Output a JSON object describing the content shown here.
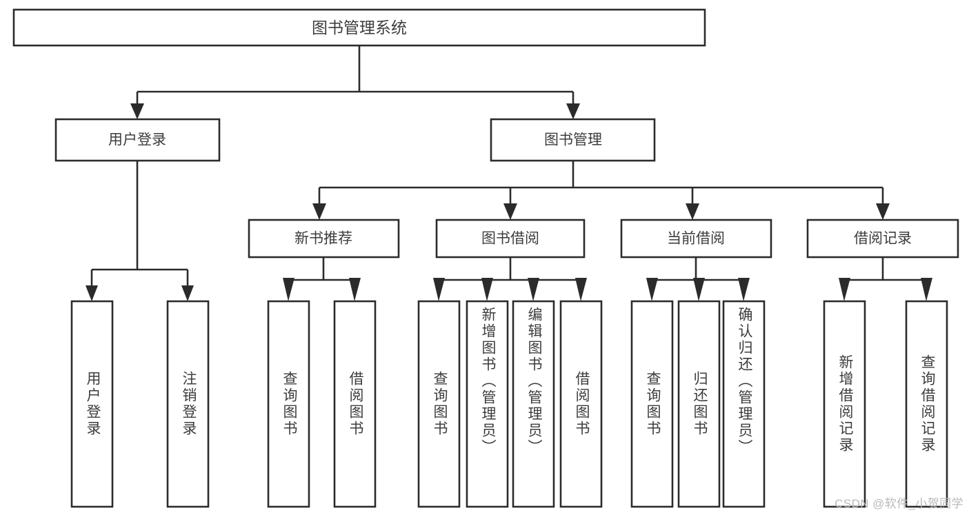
{
  "diagram": {
    "type": "hierarchy-tree",
    "title_node": {
      "label": "图书管理系统"
    },
    "level2": [
      {
        "id": "user-login",
        "label": "用户登录"
      },
      {
        "id": "book-management",
        "label": "图书管理"
      }
    ],
    "level3": [
      {
        "id": "new-book-recommend",
        "label": "新书推荐",
        "parent": "book-management"
      },
      {
        "id": "book-borrow",
        "label": "图书借阅",
        "parent": "book-management"
      },
      {
        "id": "current-borrow",
        "label": "当前借阅",
        "parent": "book-management"
      },
      {
        "id": "borrow-record",
        "label": "借阅记录",
        "parent": "book-management"
      }
    ],
    "leaves": [
      {
        "id": "leaf-user-login",
        "label": "用户登录",
        "parent": "user-login"
      },
      {
        "id": "leaf-logout-login",
        "label": "注销登录",
        "parent": "user-login"
      },
      {
        "id": "leaf-query-book-1",
        "label": "查询图书",
        "parent": "new-book-recommend"
      },
      {
        "id": "leaf-borrow-book-1",
        "label": "借阅图书",
        "parent": "new-book-recommend"
      },
      {
        "id": "leaf-query-book-2",
        "label": "查询图书",
        "parent": "book-borrow"
      },
      {
        "id": "leaf-add-book-admin",
        "label": "新增图书（管理员）",
        "parent": "book-borrow"
      },
      {
        "id": "leaf-edit-book-admin",
        "label": "编辑图书（管理员）",
        "parent": "book-borrow"
      },
      {
        "id": "leaf-borrow-book-2",
        "label": "借阅图书",
        "parent": "book-borrow"
      },
      {
        "id": "leaf-query-book-3",
        "label": "查询图书",
        "parent": "current-borrow"
      },
      {
        "id": "leaf-return-book",
        "label": "归还图书",
        "parent": "current-borrow"
      },
      {
        "id": "leaf-confirm-return-admin",
        "label": "确认归还（管理员）",
        "parent": "current-borrow"
      },
      {
        "id": "leaf-add-borrow-record",
        "label": "新增借阅记录",
        "parent": "borrow-record"
      },
      {
        "id": "leaf-query-borrow-record",
        "label": "查询借阅记录",
        "parent": "borrow-record"
      }
    ],
    "colors": {
      "stroke": "#2b2b2b",
      "text": "#3c3c3c",
      "background": "#ffffff",
      "watermark": "#b9b9b9"
    }
  },
  "watermark": {
    "text": "CSDN @软件_小贺同学"
  }
}
